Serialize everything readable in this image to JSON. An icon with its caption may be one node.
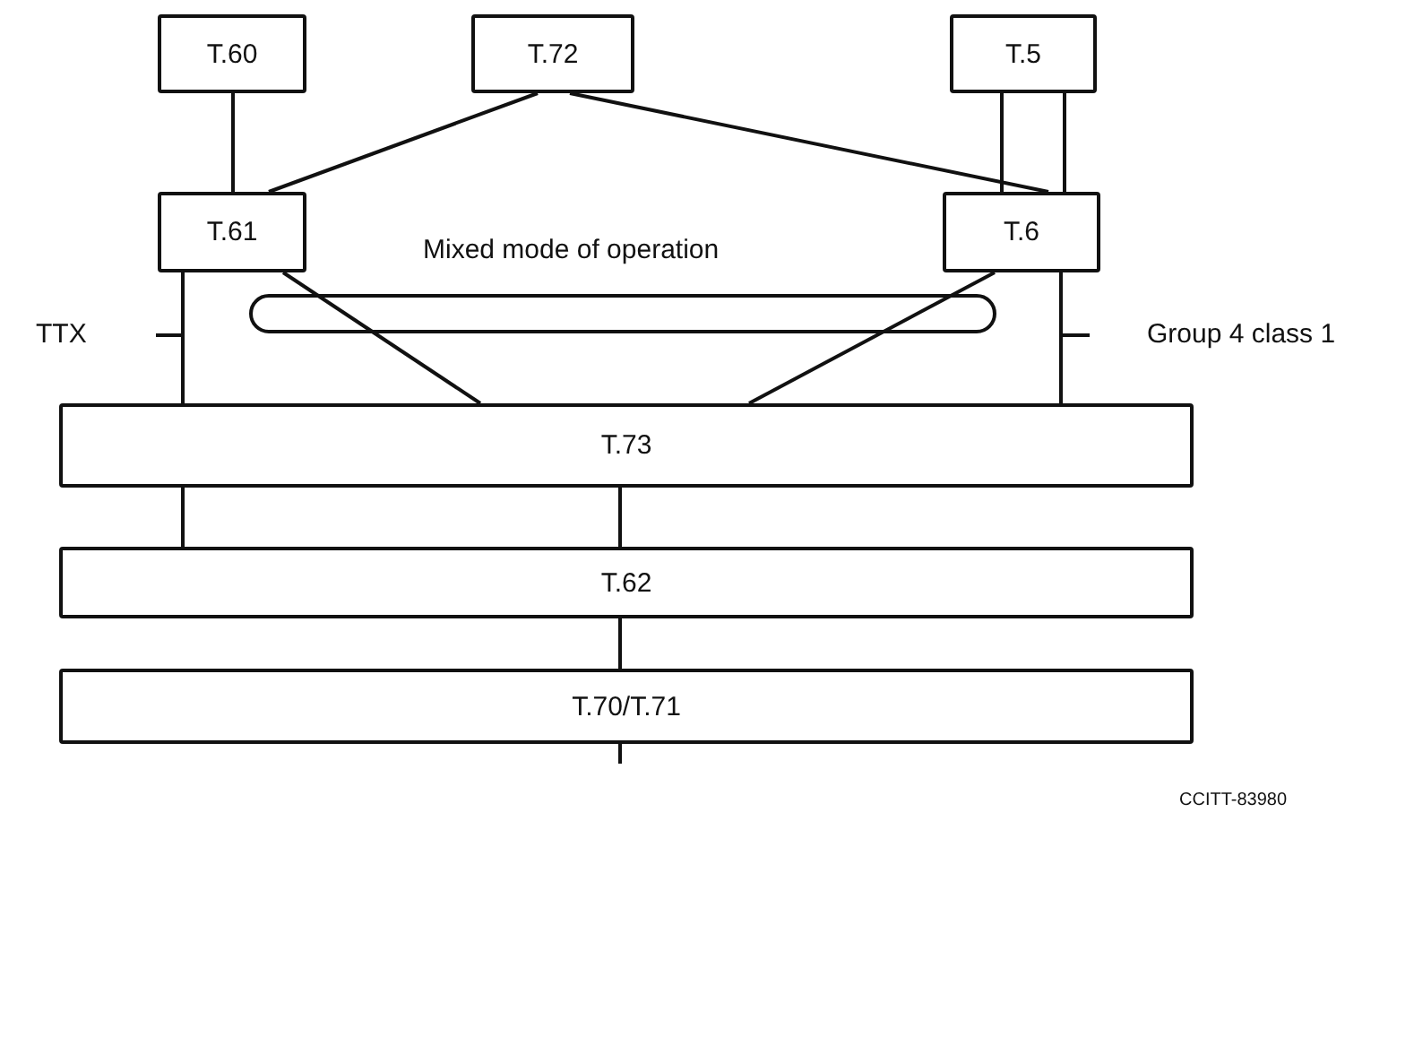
{
  "diagram": {
    "nodes": [
      {
        "text": [
          "T.60"
        ]
      },
      {
        "text": [
          "T.72"
        ]
      },
      {
        "text": [
          "T.5"
        ]
      },
      {
        "text": [
          "T.61"
        ]
      },
      {
        "text": [
          "T.6"
        ]
      },
      {
        "text": [
          "T.73"
        ]
      },
      {
        "text": [
          "T.62"
        ]
      },
      {
        "text": [
          "T.70/T.71"
        ]
      }
    ],
    "edges": [
      {
        "from": 0,
        "to": 3,
        "arrow": "none"
      },
      {
        "from": 1,
        "to": 3,
        "arrow": "none"
      },
      {
        "from": 1,
        "to": 4,
        "arrow": "none"
      },
      {
        "from": 2,
        "to": 4,
        "arrow": "none"
      },
      {
        "from": 2,
        "to": 4,
        "arrow": "none"
      },
      {
        "from": 3,
        "to": 5,
        "arrow": "none"
      },
      {
        "from": 3,
        "to": 5,
        "arrow": "none"
      },
      {
        "from": 4,
        "to": 5,
        "arrow": "none"
      },
      {
        "from": 4,
        "to": 5,
        "arrow": "none"
      },
      {
        "from": 5,
        "to": 6,
        "arrow": "none"
      },
      {
        "from": 5,
        "to": 6,
        "arrow": "none"
      },
      {
        "from": 6,
        "to": 7,
        "arrow": "none"
      },
      {
        "from": 7,
        "to": null,
        "arrow": "none"
      }
    ],
    "labels": [
      "Mixed mode of operation",
      "TTX",
      "Group 4 class 1",
      "CCITT-83980"
    ]
  }
}
